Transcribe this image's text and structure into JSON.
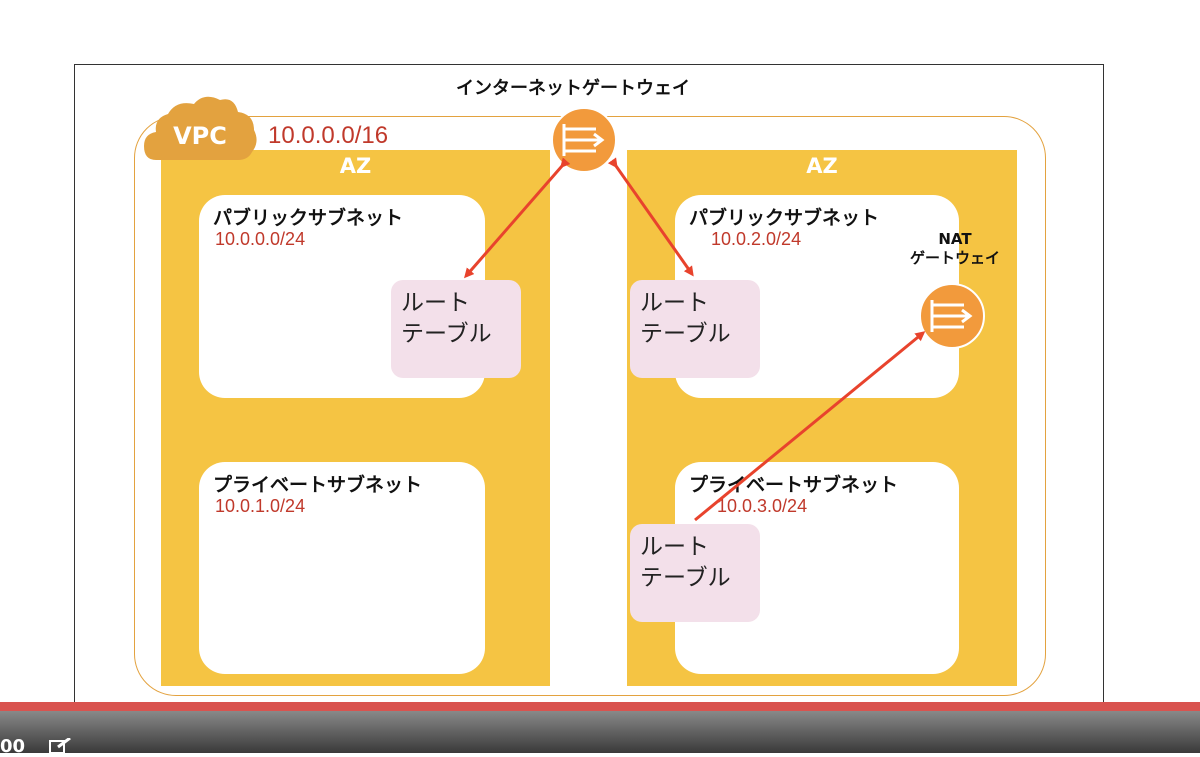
{
  "vpc": {
    "badge": "VPC",
    "cidr": "10.0.0.0/16"
  },
  "internet_gateway": {
    "label": "インターネットゲートウェイ"
  },
  "nat_gateway": {
    "label_line1": "NAT",
    "label_line2": "ゲートウェイ"
  },
  "az_left": {
    "label": "AZ",
    "public_subnet": {
      "title": "パブリックサブネット",
      "cidr": "10.0.0.0/24"
    },
    "private_subnet": {
      "title": "プライベートサブネット",
      "cidr": "10.0.1.0/24"
    },
    "route_table": {
      "line1": "ルート",
      "line2": "テーブル"
    }
  },
  "az_right": {
    "label": "AZ",
    "public_subnet": {
      "title": "パブリックサブネット",
      "cidr": "10.0.2.0/24"
    },
    "private_subnet": {
      "title": "プライベートサブネット",
      "cidr": "10.0.3.0/24"
    },
    "public_route_table": {
      "line1": "ルート",
      "line2": "テーブル"
    },
    "private_route_table": {
      "line1": "ルート",
      "line2": "テーブル"
    }
  },
  "player": {
    "time_fragment": "00"
  },
  "colors": {
    "az_fill": "#f5c443",
    "vpc_border": "#e3a23f",
    "gateway": "#f29a3c",
    "arrow": "#e8432d",
    "cidr_text": "#c0392b",
    "route_table_fill": "#f3e0ea",
    "progress": "#d9534f"
  }
}
